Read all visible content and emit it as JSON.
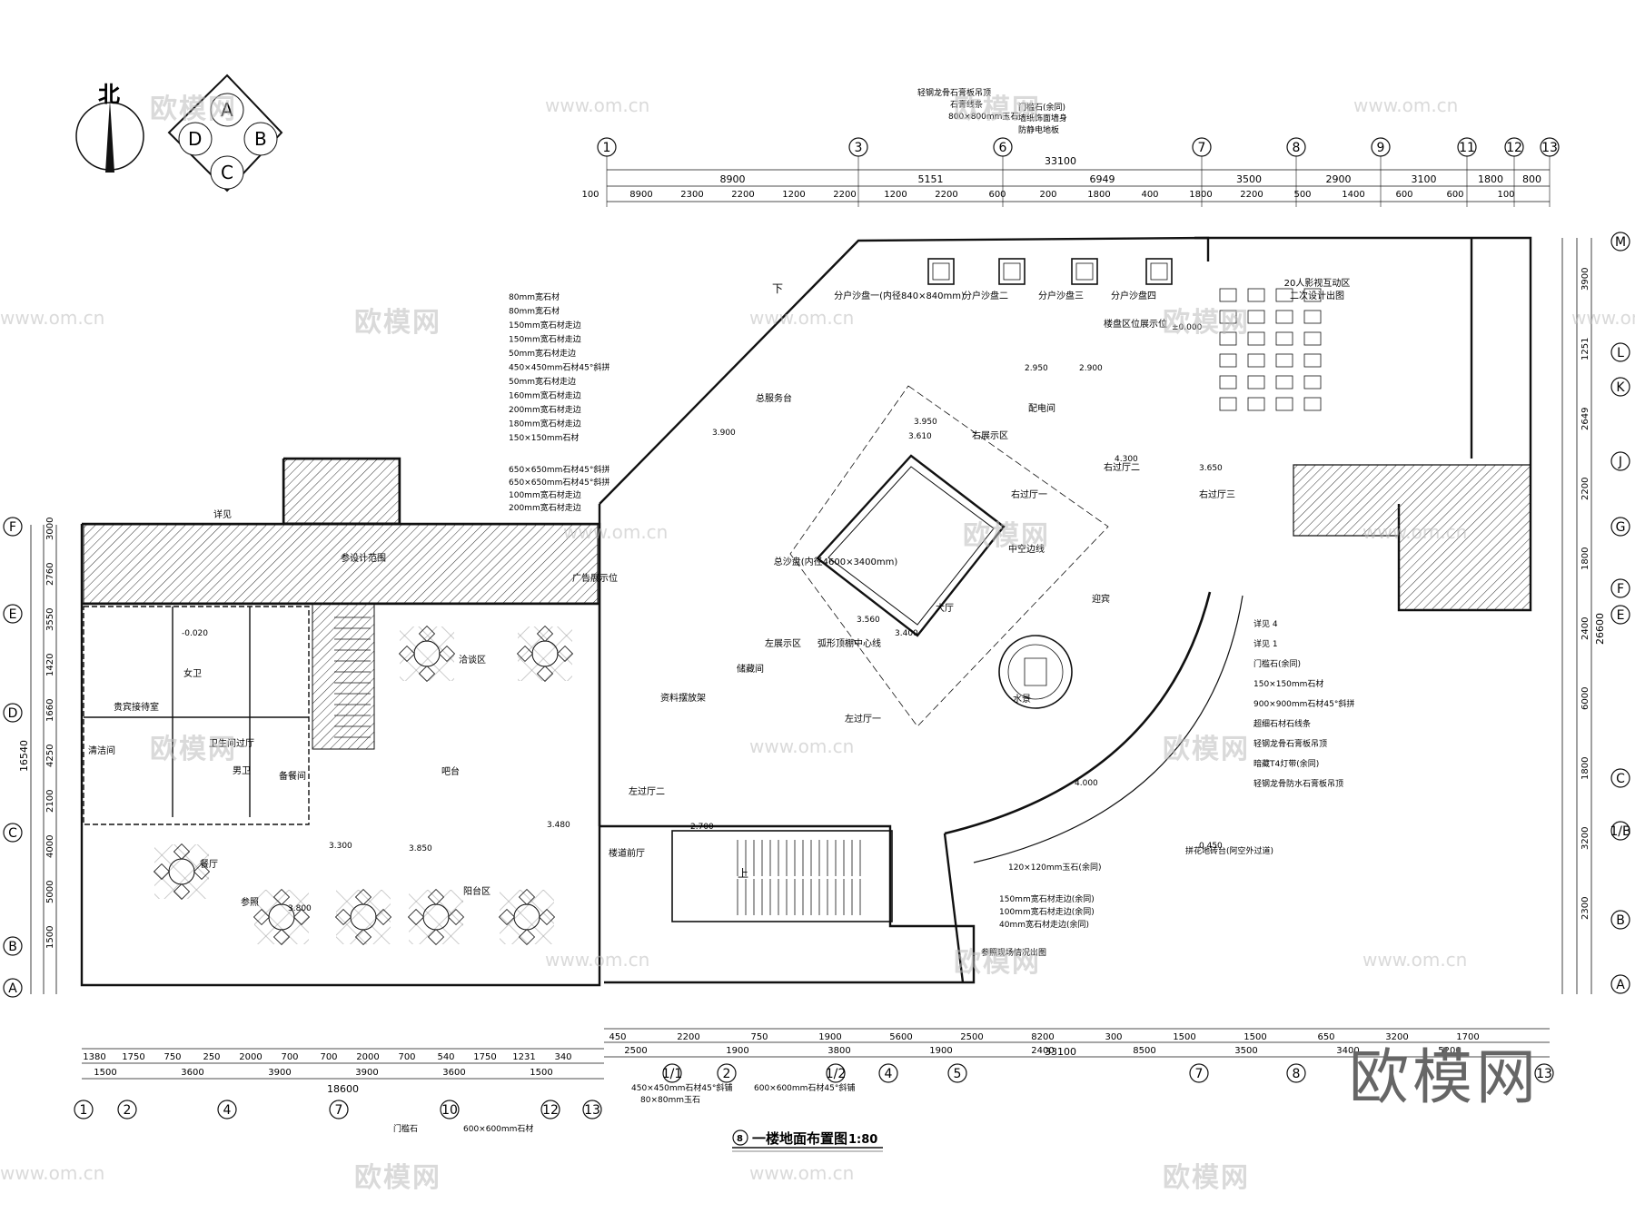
{
  "compass": {
    "north_label": "北",
    "views": [
      "A",
      "B",
      "C",
      "D"
    ]
  },
  "title": {
    "number": "8",
    "text": "一楼地面布置图",
    "scale": "1:80"
  },
  "watermark": {
    "logo_text": "欧模网",
    "url": "www.om.cn"
  },
  "top_axes": [
    "1",
    "3",
    "6",
    "7",
    "8",
    "9",
    "11",
    "12",
    "13"
  ],
  "top_total": "33100",
  "top_dims_row1": [
    "8900",
    "5151",
    "6949",
    "3500",
    "2900",
    "3100",
    "1800",
    "800"
  ],
  "top_dims_row2": [
    "100",
    "8900",
    "2300",
    "2200",
    "1200",
    "2200",
    "1200",
    "2200",
    "600",
    "200",
    "1800",
    "400",
    "1800",
    "2200",
    "500",
    "1400",
    "600",
    "600",
    "100"
  ],
  "bottom_axes_right": [
    "1/1",
    "2",
    "1/2",
    "4",
    "5",
    "7",
    "8",
    "13"
  ],
  "bottom_dims_right_row1": [
    "450",
    "2200",
    "750",
    "1900",
    "5600",
    "2500",
    "8200",
    "300",
    "1500",
    "1500",
    "650",
    "3200",
    "1700"
  ],
  "bottom_dims_right_row2": [
    "2500",
    "1900",
    "3800",
    "1900",
    "2400",
    "8500",
    "3500",
    "3400",
    "5200"
  ],
  "bottom_total_right": "33100",
  "bottom_axes_left": [
    "1",
    "2",
    "4",
    "7",
    "10",
    "12",
    "13"
  ],
  "bottom_dims_left_row1": [
    "1380",
    "1750",
    "750",
    "250",
    "2000",
    "700",
    "700",
    "2000",
    "700",
    "540",
    "1750",
    "1231",
    "340"
  ],
  "bottom_dims_left_row2": [
    "1500",
    "3600",
    "3900",
    "3900",
    "3600",
    "1500"
  ],
  "bottom_total_left": "18600",
  "left_axes": [
    "F",
    "E",
    "D",
    "C",
    "B",
    "A"
  ],
  "left_dims": [
    "3000",
    "2760",
    "3550",
    "1420",
    "1660",
    "4250",
    "2100",
    "4000",
    "5000",
    "1500"
  ],
  "left_total": "16540",
  "right_axes": [
    "M",
    "L",
    "K",
    "J",
    "G",
    "F",
    "E",
    "C",
    "1/B",
    "B",
    "A"
  ],
  "right_dims": [
    "3900",
    "1251",
    "2649",
    "2200",
    "1800",
    "2400",
    "6000",
    "1800",
    "3200",
    "2300"
  ],
  "right_total": "26600",
  "rooms": [
    {
      "name": "分户沙盘一(内径840×840mm)"
    },
    {
      "name": "分户沙盘二"
    },
    {
      "name": "分户沙盘三"
    },
    {
      "name": "分户沙盘四"
    },
    {
      "name": "楼盘区位展示位"
    },
    {
      "name": "20人影视互动区"
    },
    {
      "name": "二次设计出图"
    },
    {
      "name": "总服务台"
    },
    {
      "name": "配电间"
    },
    {
      "name": "右展示区"
    },
    {
      "name": "右过厅一"
    },
    {
      "name": "右过厅二"
    },
    {
      "name": "右过厅三"
    },
    {
      "name": "总沙盘(内径4600×3400mm)"
    },
    {
      "name": "中空边线"
    },
    {
      "name": "大厅"
    },
    {
      "name": "弧形顶棚中心线"
    },
    {
      "name": "左展示区"
    },
    {
      "name": "储藏间"
    },
    {
      "name": "左过厅一"
    },
    {
      "name": "左过厅二"
    },
    {
      "name": "资料摆放架"
    },
    {
      "name": "广告展示位"
    },
    {
      "name": "楼道前厅"
    },
    {
      "name": "水景"
    },
    {
      "name": "迎宾"
    },
    {
      "name": "洽谈区"
    },
    {
      "name": "吧台"
    },
    {
      "name": "餐厅"
    },
    {
      "name": "贵宾接待室"
    },
    {
      "name": "女卫"
    },
    {
      "name": "男卫"
    },
    {
      "name": "卫生间过厅"
    },
    {
      "name": "备餐间"
    },
    {
      "name": "清洁间"
    },
    {
      "name": "参照"
    },
    {
      "name": "阳台区"
    },
    {
      "name": "详见"
    },
    {
      "name": "参设计范围"
    }
  ],
  "materials_list": [
    "80mm宽石材",
    "80mm宽石材",
    "150mm宽石材走边",
    "150mm宽石材走边",
    "50mm宽石材走边",
    "450×450mm石材45°斜拼",
    "50mm宽石材走边",
    "160mm宽石材走边",
    "200mm宽石材走边",
    "180mm宽石材走边",
    "150×150mm石材",
    "650×650mm石材45°斜拼",
    "650×650mm石材45°斜拼",
    "100mm宽石材走边",
    "200mm宽石材走边"
  ],
  "top_notes": [
    "轻钢龙骨石膏板吊顶",
    "石膏线条",
    "800×800mm玉石",
    "门槛石(余同)",
    "墙纸饰面墙身",
    "防静电地板"
  ],
  "right_notes": [
    "详见 4",
    "详见 1",
    "门槛石(余同)",
    "150×150mm石材",
    "900×900mm石材45°斜拼",
    "超细石材石线条",
    "轻钢龙骨石膏板吊顶",
    "暗藏T4灯带(余同)",
    "轻钢龙骨防水石膏板吊顶"
  ],
  "bottom_notes": [
    "150mm宽石材走边(余同)",
    "100mm宽石材走边(余同)",
    "40mm宽石材走边(余同)",
    "120×120mm玉石(余同)",
    "参照现场情况出图",
    "拼花地砖台(阿空外过道)"
  ],
  "bottom_materials": [
    "450×450mm石材45°斜铺",
    "80×80mm玉石",
    "600×600mm石材45°斜铺",
    "门槛石",
    "600×600mm石材"
  ],
  "elevations": [
    "±0.000",
    "3.900",
    "3.950",
    "3.610",
    "2.900",
    "2.950",
    "3.480",
    "3.850",
    "3.800",
    "3.300",
    "4.000",
    "3.560",
    "3.400",
    "2.700",
    "3.650",
    "4.300",
    "-0.020",
    "0.450"
  ],
  "stair_label_down": "下",
  "stair_label_up": "上",
  "colors": {
    "line": "#111111",
    "hatch": "#333333",
    "watermark": "#bdbdbd"
  }
}
